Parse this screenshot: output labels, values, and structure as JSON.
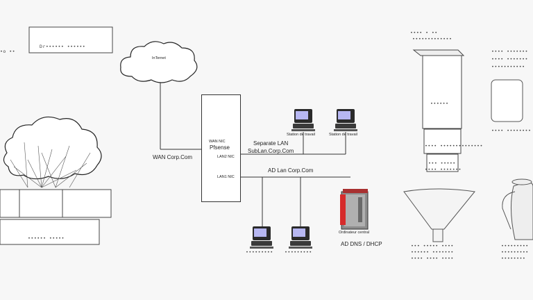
{
  "diagram": {
    "internet_label": "InTernet",
    "wan_label": "WAN Corp.Com",
    "firewall": {
      "wan_nic": "WAN NIC",
      "name": "Pfsense",
      "lan2_nic": "LAN2 NIC",
      "lan1_nic": "LAN1 NIC"
    },
    "separate_lan": {
      "title": "Separate LAN",
      "domain": "SubLan.Corp.Com"
    },
    "ad_lan_label": "AD Lan Corp.Com",
    "workstation_label": "Station de travail",
    "server_label": "Ordinateur central",
    "ad_dns_label": "AD DNS / DHCP"
  },
  "colors": {
    "line": "#333333",
    "screen": "#b7b7f2",
    "server_accent": "#d62b2b"
  },
  "icons": [
    "cloud-icon",
    "workstation-icon",
    "server-icon",
    "tree-icon",
    "funnel-icon",
    "kettle-icon",
    "cylinder-icon"
  ]
}
